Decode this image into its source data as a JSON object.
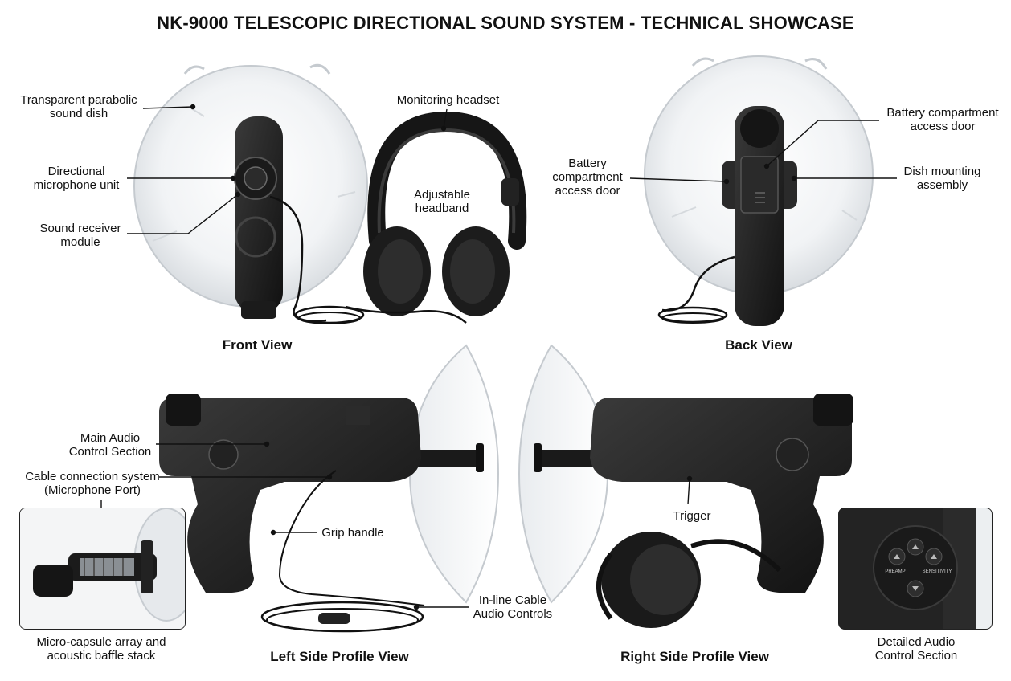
{
  "title": "NK-9000 TELESCOPIC DIRECTIONAL SOUND SYSTEM - TECHNICAL SHOWCASE",
  "views": {
    "front": "Front View",
    "back": "Back View",
    "left": "Left Side Profile View",
    "right": "Right Side Profile View"
  },
  "labels": {
    "dish": "Transparent parabolic\nsound dish",
    "mic_unit": "Directional\nmicrophone unit",
    "receiver": "Sound receiver\nmodule",
    "headset": "Monitoring headset",
    "headband": "Adjustable\nheadband",
    "battery_right": "Battery compartment\naccess door",
    "battery_left": "Battery\ncompartment\naccess door",
    "dish_mount": "Dish mounting\nassembly",
    "main_audio": "Main Audio\nControl Section",
    "cable_system": "Cable connection system\n(Microphone Port)",
    "grip": "Grip handle",
    "inline_cable": "In-line Cable\nAudio Controls",
    "trigger": "Trigger",
    "micro_capsule": "Micro-capsule array and\nacoustic baffle stack",
    "detailed_audio": "Detailed Audio\nControl Section"
  },
  "control_labels": {
    "preamp": "PREAMP",
    "sensitivity": "SENSITIVITY"
  }
}
